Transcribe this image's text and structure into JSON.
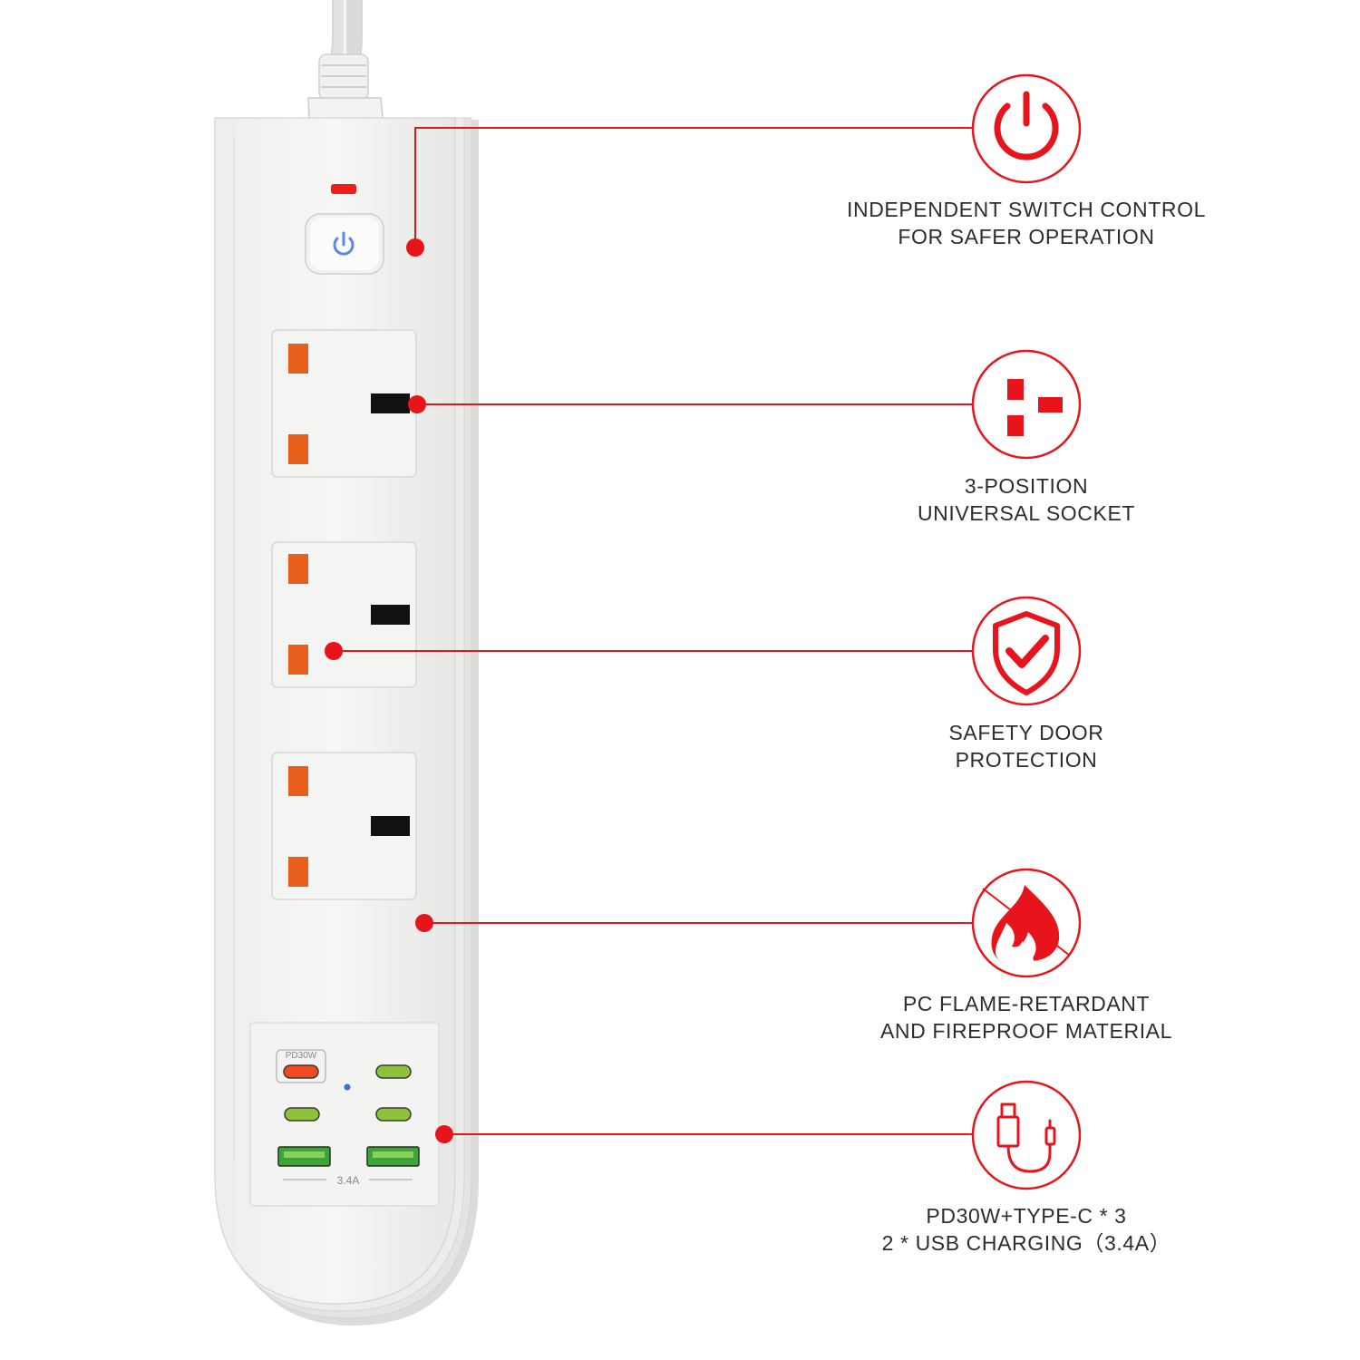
{
  "accent_color": "#e8141b",
  "product": {
    "usb_panel": {
      "pd_label": "PD30W",
      "usb_rating": "3.4A"
    }
  },
  "features": [
    {
      "icon": "power-icon",
      "line1": "INDEPENDENT SWITCH CONTROL",
      "line2": "FOR SAFER OPERATION"
    },
    {
      "icon": "socket-icon",
      "line1": "3-POSITION",
      "line2": "UNIVERSAL SOCKET"
    },
    {
      "icon": "shield-check-icon",
      "line1": "SAFETY DOOR",
      "line2": "PROTECTION"
    },
    {
      "icon": "no-fire-icon",
      "line1": "PC FLAME-RETARDANT",
      "line2": "AND FIREPROOF MATERIAL"
    },
    {
      "icon": "usb-cable-icon",
      "line1": "PD30W+TYPE-C * 3",
      "line2": "2 * USB CHARGING（3.4A）"
    }
  ]
}
